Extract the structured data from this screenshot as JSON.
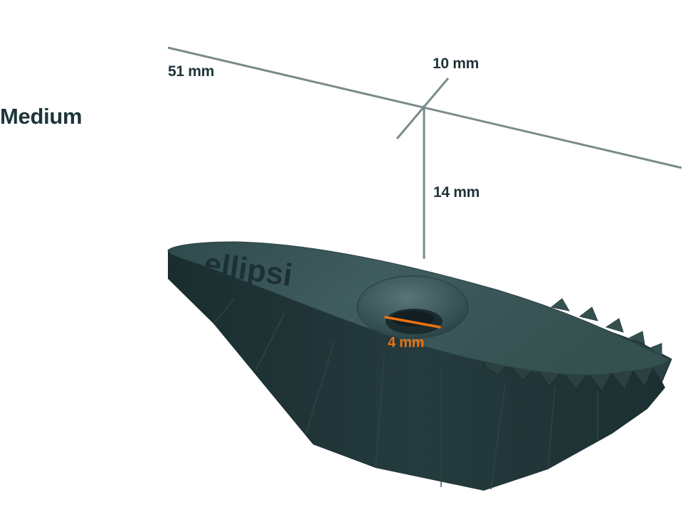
{
  "size_label": "Medium",
  "dimensions": {
    "length": "51 mm",
    "width": "10 mm",
    "height": "14 mm",
    "hole_diameter": "4 mm"
  },
  "product": {
    "brand_text": "ellipsi"
  },
  "colors": {
    "heading_text": "#1c3538",
    "dimension_text": "#1f3437",
    "dimension_lines": "#7a8b8b",
    "accent": "#ec7210",
    "body_dark": "#1f3436",
    "body_top": "#3a5659"
  }
}
